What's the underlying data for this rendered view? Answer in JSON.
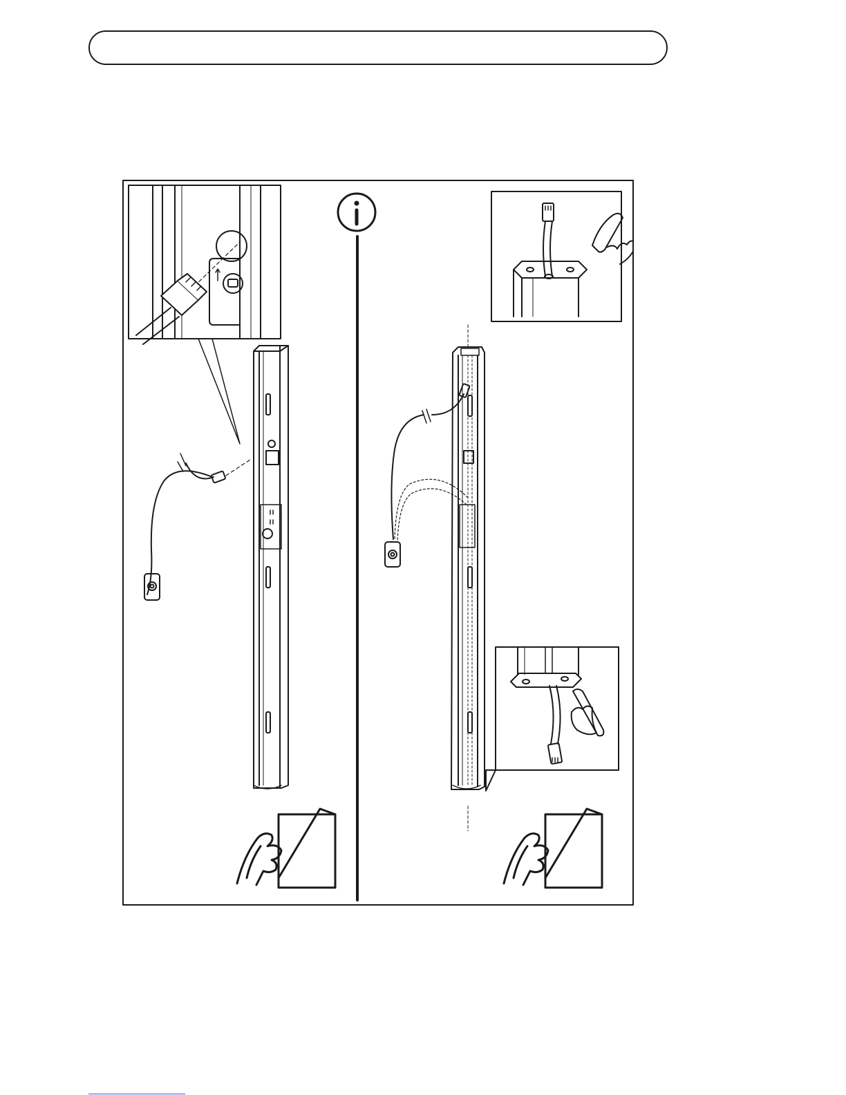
{
  "page": {
    "header_title": "",
    "info_symbol": "i",
    "footer_link": ""
  },
  "colors": {
    "ink": "#1a1a1a",
    "link": "#3b5bd6",
    "background": "#ffffff"
  },
  "icons": {
    "info": "info-circle-icon",
    "hand_pointing_up": "hand-pointing-icon",
    "hand_page_turn": "page-turn-icon",
    "rj45": "rj45-connector-icon",
    "camera": "camera-module-icon"
  },
  "panels": [
    {
      "id": "left",
      "step": "connect-cable"
    },
    {
      "id": "right",
      "step": "route-cable-through-profile"
    }
  ]
}
